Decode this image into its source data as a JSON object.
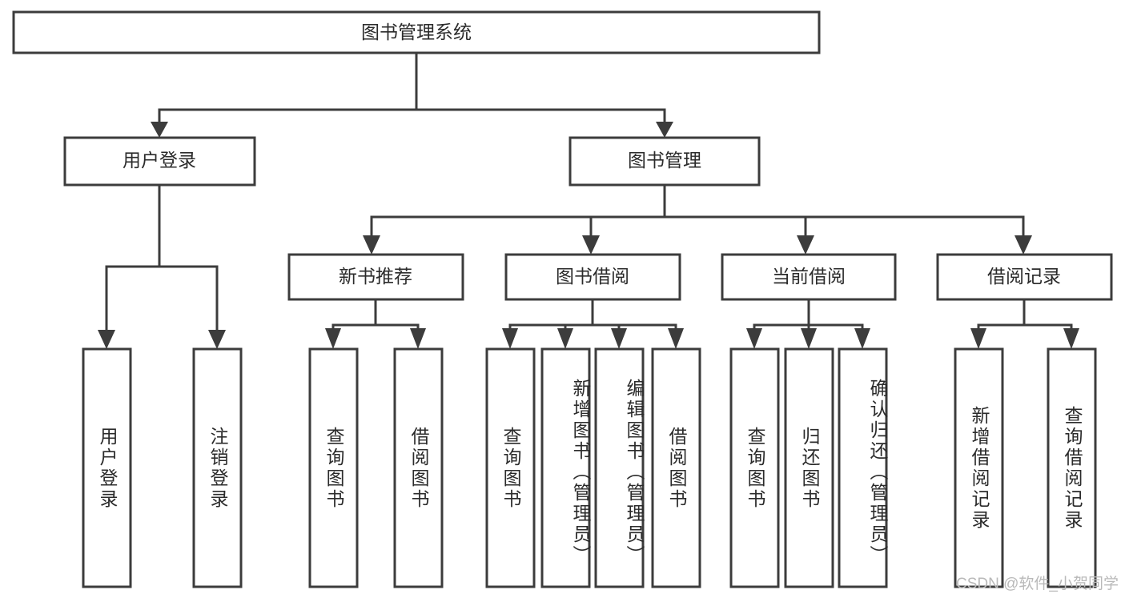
{
  "diagram": {
    "type": "tree",
    "title": "图书管理系统",
    "watermark": "CSDN @软件_小贺同学",
    "colors": {
      "stroke": "#3c3c3c",
      "text": "#2b2b2b",
      "background": "#ffffff",
      "watermark": "#b9b9b9"
    },
    "levels": [
      {
        "level": 1,
        "nodes": [
          {
            "id": "root",
            "label": "图书管理系统",
            "orientation": "horizontal"
          }
        ]
      },
      {
        "level": 2,
        "nodes": [
          {
            "id": "login",
            "label": "用户登录",
            "orientation": "horizontal",
            "parent": "root"
          },
          {
            "id": "bookmgmt",
            "label": "图书管理",
            "orientation": "horizontal",
            "parent": "root"
          }
        ]
      },
      {
        "level": 3,
        "nodes": [
          {
            "id": "newbook",
            "label": "新书推荐",
            "orientation": "horizontal",
            "parent": "bookmgmt"
          },
          {
            "id": "borrow",
            "label": "图书借阅",
            "orientation": "horizontal",
            "parent": "bookmgmt"
          },
          {
            "id": "current",
            "label": "当前借阅",
            "orientation": "horizontal",
            "parent": "bookmgmt"
          },
          {
            "id": "records",
            "label": "借阅记录",
            "orientation": "horizontal",
            "parent": "bookmgmt"
          }
        ]
      },
      {
        "level": 4,
        "nodes": [
          {
            "id": "leaf-user-login",
            "label": "用户登录",
            "orientation": "vertical",
            "parent": "login"
          },
          {
            "id": "leaf-logout",
            "label": "注销登录",
            "orientation": "vertical",
            "parent": "login"
          },
          {
            "id": "leaf-query-book-1",
            "label": "查询图书",
            "orientation": "vertical",
            "parent": "newbook"
          },
          {
            "id": "leaf-borrow-book-1",
            "label": "借阅图书",
            "orientation": "vertical",
            "parent": "newbook"
          },
          {
            "id": "leaf-query-book-2",
            "label": "查询图书",
            "orientation": "vertical",
            "parent": "borrow"
          },
          {
            "id": "leaf-add-book",
            "label": "新增图书（管理员）",
            "orientation": "vertical",
            "parent": "borrow"
          },
          {
            "id": "leaf-edit-book",
            "label": "编辑图书（管理员）",
            "orientation": "vertical",
            "parent": "borrow"
          },
          {
            "id": "leaf-borrow-book-2",
            "label": "借阅图书",
            "orientation": "vertical",
            "parent": "borrow"
          },
          {
            "id": "leaf-query-book-3",
            "label": "查询图书",
            "orientation": "vertical",
            "parent": "current"
          },
          {
            "id": "leaf-return-book",
            "label": "归还图书",
            "orientation": "vertical",
            "parent": "current"
          },
          {
            "id": "leaf-confirm-return",
            "label": "确认归还（管理员）",
            "orientation": "vertical",
            "parent": "current"
          },
          {
            "id": "leaf-add-record",
            "label": "新增借阅记录",
            "orientation": "vertical",
            "parent": "records"
          },
          {
            "id": "leaf-query-record",
            "label": "查询借阅记录",
            "orientation": "vertical",
            "parent": "records"
          }
        ]
      }
    ]
  }
}
